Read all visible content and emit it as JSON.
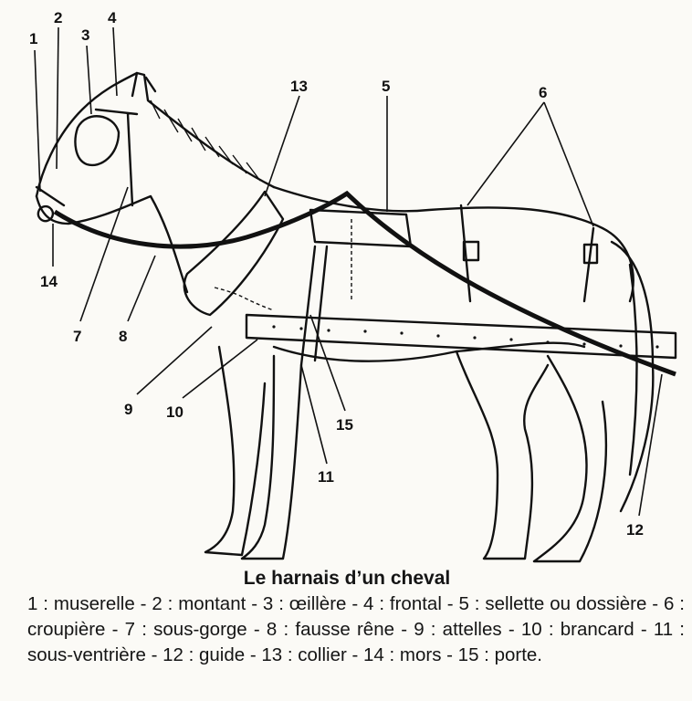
{
  "diagram": {
    "labels": {
      "l1": "1",
      "l2": "2",
      "l3": "3",
      "l4": "4",
      "l5": "5",
      "l6": "6",
      "l7": "7",
      "l8": "8",
      "l9": "9",
      "l10": "10",
      "l11": "11",
      "l12": "12",
      "l13": "13",
      "l14": "14",
      "l15": "15"
    }
  },
  "caption": {
    "title": "Le harnais d’un cheval",
    "legend": "1 : muserelle - 2 : montant - 3 : œillère - 4 : frontal - 5 : sellette ou dossière - 6 : croupière - 7 : sous-gorge - 8 : fausse rêne - 9 : attelles - 10 : brancard - 11 : sous-ventrière - 12 : guide - 13 : collier - 14 : mors - 15 : porte."
  }
}
